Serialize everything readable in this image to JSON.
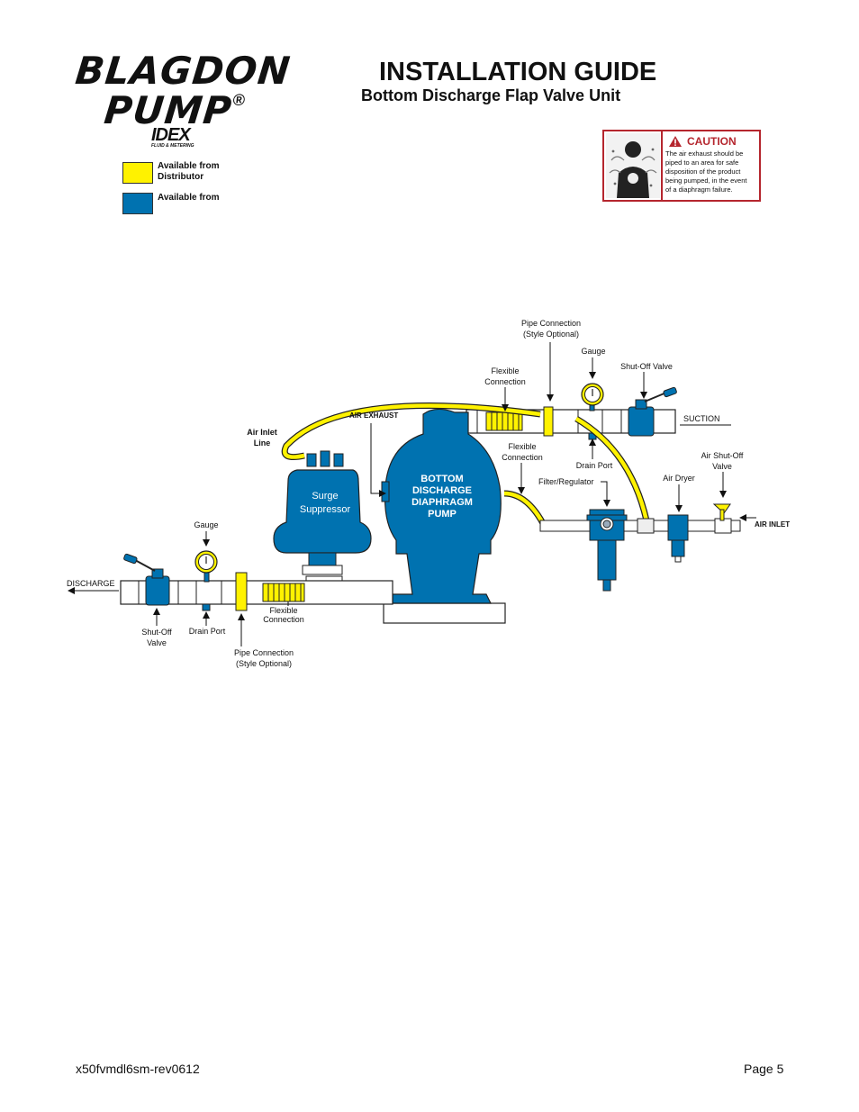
{
  "brand": {
    "line1": "BLAGDON",
    "line2": "PUMP",
    "registered": "®",
    "parent": "IDEX",
    "parent_sub": "FLUID & METERING"
  },
  "header": {
    "title": "INSTALLATION GUIDE",
    "subtitle": "Bottom Discharge Flap Valve Unit"
  },
  "legend": [
    {
      "label_1": "Available from",
      "label_2": "Distributor",
      "color": "#fff200"
    },
    {
      "label_1": "Available from",
      "label_2": "",
      "color": "#0072b0"
    }
  ],
  "caution": {
    "heading": "CAUTION",
    "lines": [
      "The air exhaust should be",
      "piped to an area for safe",
      "disposition of the product",
      "being pumped, in the event",
      "of a diaphragm failure."
    ]
  },
  "diagram": {
    "pipe_connection_top_1": "Pipe Connection",
    "pipe_connection_top_2": "(Style Optional)",
    "gauge_top": "Gauge",
    "shutoff_valve_top": "Shut-Off Valve",
    "flexible_connection_top_1": "Flexible",
    "flexible_connection_top_2": "Connection",
    "suction": "SUCTION",
    "air_exhaust": "AIR EXHAUST",
    "air_inlet_line_1": "Air Inlet",
    "air_inlet_line_2": "Line",
    "drain_port_top": "Drain Port",
    "flexible_connection_mid_1": "Flexible",
    "flexible_connection_mid_2": "Connection",
    "air_shutoff_1": "Air Shut-Off",
    "air_shutoff_2": "Valve",
    "air_dryer": "Air Dryer",
    "filter_regulator": "Filter/Regulator",
    "pump_1": "BOTTOM",
    "pump_2": "DISCHARGE",
    "pump_3": "DIAPHRAGM",
    "pump_4": "PUMP",
    "surge_1": "Surge",
    "surge_2": "Suppressor",
    "air_inlet": "AIR INLET",
    "gauge_bottom": "Gauge",
    "discharge": "DISCHARGE",
    "shutoff_bottom_1": "Shut-Off",
    "shutoff_bottom_2": "Valve",
    "drain_port_bottom": "Drain Port",
    "flexible_connection_bottom_1": "Flexible",
    "flexible_connection_bottom_2": "Connection",
    "pipe_connection_bottom_1": "Pipe Connection",
    "pipe_connection_bottom_2": "(Style Optional)"
  },
  "footer": {
    "doc_code": "x50fvmdl6sm-rev0612",
    "page": "Page 5"
  },
  "colors": {
    "blue": "#0072b0",
    "yellow": "#fff200",
    "caution_red": "#b5262e"
  }
}
